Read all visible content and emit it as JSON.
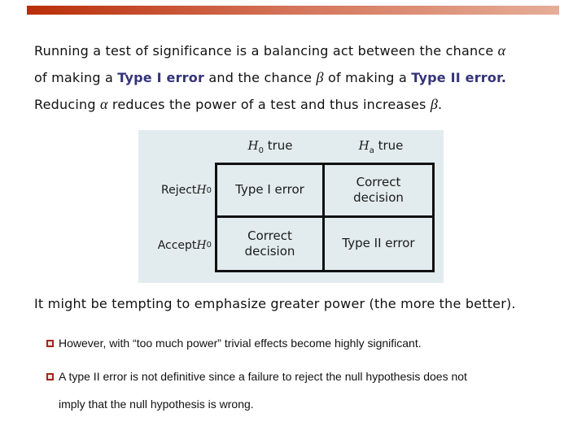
{
  "accent_bar": {
    "color_left": "#ba2e08",
    "color_mid": "#d4745a",
    "color_right": "#e6ad97"
  },
  "colors": {
    "emphasis_navy": "#34347a",
    "bullet_red": "#a3241c",
    "figure_background": "#e2ecee"
  },
  "intro": {
    "l1a": "Running a test of significance is a balancing act between the chance ",
    "l1_alpha": "α",
    "l2a": "of making a ",
    "l2_type1": "Type I error",
    "l2b": " and the chance ",
    "l2_beta": "β",
    "l2c": " of making a ",
    "l2_type2": "Type II error.",
    "l3a": "Reducing ",
    "l3_alpha": "α",
    "l3b": " reduces the power of a test and thus increases ",
    "l3_beta": "β",
    "l3c": "."
  },
  "figure": {
    "col_headers": [
      {
        "symbol": "H",
        "subscript": "0",
        "suffix": " true"
      },
      {
        "symbol": "H",
        "subscript": "a",
        "suffix": " true"
      }
    ],
    "row_headers": [
      {
        "prefix": "Reject ",
        "symbol": "H",
        "subscript": "0"
      },
      {
        "prefix": "Accept ",
        "symbol": "H",
        "subscript": "0"
      }
    ],
    "cells": {
      "reject_h0_true": "Type I error",
      "reject_ha_true": "Correct decision",
      "accept_h0_true": "Correct decision",
      "accept_ha_true": "Type II error"
    }
  },
  "body": {
    "lead": "It might be tempting to emphasize greater power (the more the better).",
    "bullets": [
      {
        "text": "However, with “too much power” trivial effects become highly significant."
      },
      {
        "text": "A type II error is not definitive since a failure to reject the null hypothesis does not imply that the null hypothesis is wrong."
      }
    ]
  }
}
